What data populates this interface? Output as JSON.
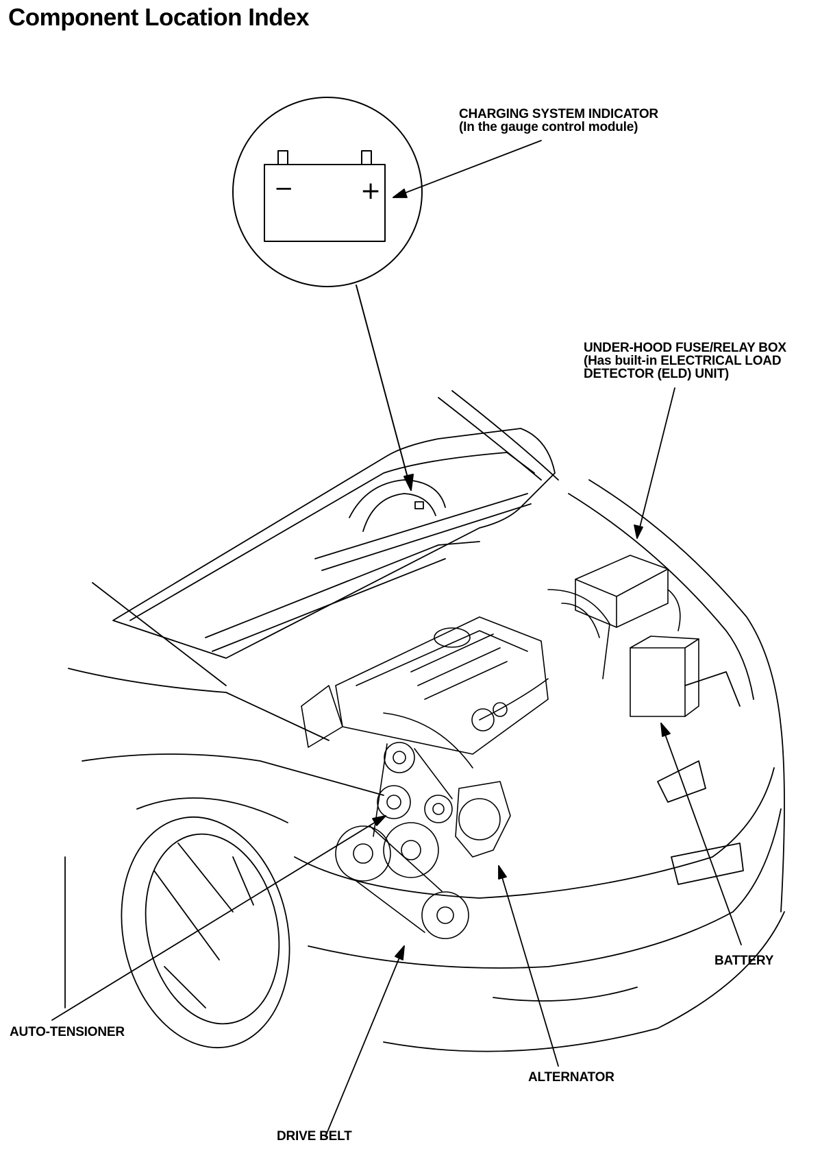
{
  "title": "Component Location Index",
  "labels": {
    "charging_indicator": [
      "CHARGING SYSTEM INDICATOR",
      "(In the gauge control module)"
    ],
    "fuse_box": [
      "UNDER-HOOD FUSE/RELAY BOX",
      "(Has built-in ELECTRICAL LOAD",
      "DETECTOR (ELD) UNIT)"
    ],
    "battery": "BATTERY",
    "auto_tensioner": "AUTO-TENSIONER",
    "alternator": "ALTERNATOR",
    "drive_belt": "DRIVE BELT"
  },
  "indicator_symbols": {
    "minus": "−",
    "plus": "+"
  }
}
